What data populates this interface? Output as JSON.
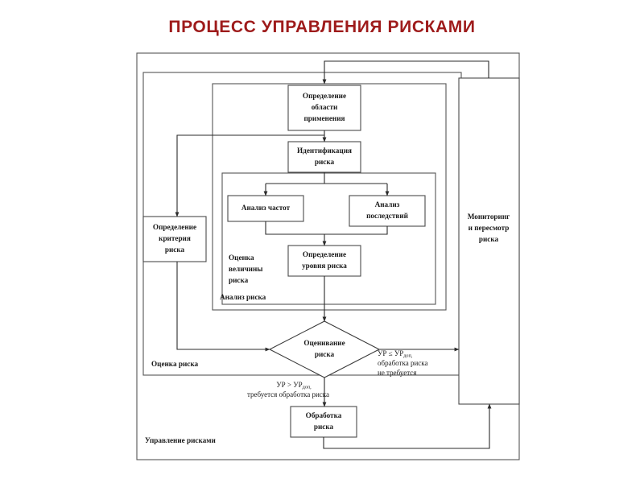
{
  "title": "ПРОЦЕСС УПРАВЛЕНИЯ РИСКАМИ",
  "colors": {
    "title": "#9e1b1b",
    "box_stroke": "#4a4a4a",
    "frame_stroke": "#555555",
    "connector": "#2b2b2b",
    "background": "#ffffff"
  },
  "chart_data": {
    "type": "diagram",
    "title": "ПРОЦЕСС УПРАВЛЕНИЯ РИСКАМИ",
    "nodes": [
      {
        "id": "scope",
        "label": "Определение области применения",
        "shape": "rect"
      },
      {
        "id": "identify",
        "label": "Идентификация риска",
        "shape": "rect"
      },
      {
        "id": "criteria",
        "label": "Определение критерия риска",
        "shape": "rect"
      },
      {
        "id": "freq",
        "label": "Анализ частот",
        "shape": "rect"
      },
      {
        "id": "conseq",
        "label": "Анализ последствий",
        "shape": "rect"
      },
      {
        "id": "level",
        "label": "Определение уровня риска",
        "shape": "rect"
      },
      {
        "id": "evaluate",
        "label": "Оценивание риска",
        "shape": "diamond"
      },
      {
        "id": "treat",
        "label": "Обработка риска",
        "shape": "rect"
      },
      {
        "id": "monitor",
        "label": "Мониторинг и пересмотр риска",
        "shape": "rect"
      }
    ],
    "groups": [
      {
        "id": "risk_management",
        "label": "Управление рисками"
      },
      {
        "id": "risk_assessment",
        "label": "Оценка риска"
      },
      {
        "id": "risk_analysis",
        "label": "Анализ риска"
      },
      {
        "id": "risk_magnitude",
        "label": "Оценка величины риска"
      }
    ],
    "edges": [
      {
        "from": "scope",
        "to": "identify"
      },
      {
        "from": "scope",
        "to": "criteria"
      },
      {
        "from": "identify",
        "to": "freq"
      },
      {
        "from": "identify",
        "to": "conseq"
      },
      {
        "from": "freq",
        "to": "level"
      },
      {
        "from": "conseq",
        "to": "level"
      },
      {
        "from": "level",
        "to": "evaluate"
      },
      {
        "from": "criteria",
        "to": "evaluate"
      },
      {
        "from": "evaluate",
        "to": "monitor",
        "label": "no_treatment"
      },
      {
        "from": "evaluate",
        "to": "treat",
        "label": "treatment_required"
      },
      {
        "from": "treat",
        "to": "monitor"
      },
      {
        "from": "monitor",
        "to": "scope"
      }
    ]
  },
  "nodes": {
    "scope": {
      "line1": "Определение",
      "line2": "области",
      "line3": "применения"
    },
    "identify": {
      "line1": "Идентификация",
      "line2": "риска"
    },
    "criteria": {
      "line1": "Определение",
      "line2": "критерия",
      "line3": "риска"
    },
    "freq": {
      "line1": "Анализ частот"
    },
    "conseq": {
      "line1": "Анализ",
      "line2": "последствий"
    },
    "level": {
      "line1": "Определение",
      "line2": "уровня риска"
    },
    "evaluate": {
      "line1": "Оценивание",
      "line2": "риска"
    },
    "treat": {
      "line1": "Обработка",
      "line2": "риска"
    },
    "monitor": {
      "line1": "Мониторинг",
      "line2": "и пересмотр",
      "line3": "риска"
    }
  },
  "groups": {
    "risk_management": "Управление рисками",
    "risk_assessment": "Оценка риска",
    "risk_analysis": "Анализ риска",
    "risk_magnitude_l1": "Оценка",
    "risk_magnitude_l2": "величины",
    "risk_magnitude_l3": "риска"
  },
  "edge_labels": {
    "no_treat_expr_main": "УР ≤ УР",
    "no_treat_expr_sub": "доп,",
    "no_treat_l2": "обработка   риска",
    "no_treat_l3": "не требуется",
    "treat_expr_main": "УР > УР",
    "treat_expr_sub": "доп,",
    "treat_l2": "требуется обработка риска"
  }
}
